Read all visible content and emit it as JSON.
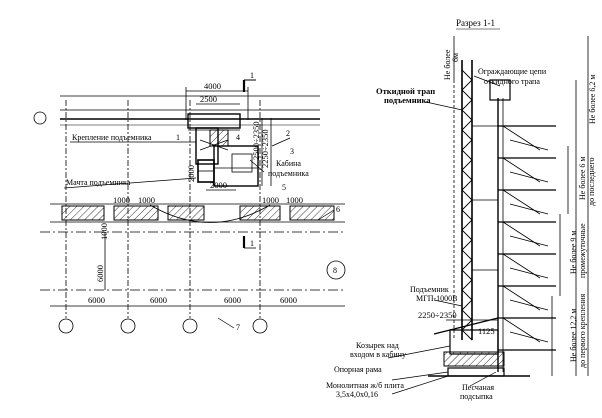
{
  "section_title": "Разрез 1-1",
  "cut_marker": "1",
  "axis_label": "8",
  "plan": {
    "labels": {
      "lift_mount": "Крепление подъемника",
      "mast": "Мачта подъемника",
      "cabin_line1": "Кабина",
      "cabin_line2": "подъемника"
    },
    "dims": {
      "d4000": "4000",
      "d2500": "2500",
      "d2500_2350": "2500÷2350",
      "d2250_2350": "2250÷2350",
      "d2000a": "2000",
      "d2000b": "2000",
      "d1000a": "1000",
      "d1000b": "1000",
      "d1000c": "1000",
      "d1000d": "1000",
      "d1000e": "1000",
      "d6000_v": "6000",
      "bays": [
        "6000",
        "6000",
        "6000",
        "6000"
      ]
    },
    "callouts": [
      "1",
      "2",
      "3",
      "4",
      "5",
      "6",
      "7"
    ]
  },
  "section": {
    "labels": {
      "fence_chains_line1": "Ограждающие цепи",
      "fence_chains_line2": "откидного трапа",
      "gangway_line1": "Откидной трап",
      "gangway_line2": "подъемника",
      "lift_line1": "Подъемник",
      "lift_line2": "МГП-1000В",
      "canopy_line1": "Козырек над",
      "canopy_line2": "входом в кабину",
      "frame": "Опорная рама",
      "slab_line1": "Монолитная ж/б плита",
      "slab_line2": "3,5х4,0х0,16",
      "sand_line1": "Песчаная",
      "sand_line2": "подсыпка"
    },
    "dims": {
      "range": "2250÷2350",
      "small": "1125",
      "top_line1": "Не более",
      "top_line2": "6м",
      "v1": "Не более 6,2 м",
      "v2_line1": "Не более 6 м",
      "v2_line2": "до последнего",
      "v3_line1": "Не более 9 м",
      "v3_line2": "промежуточные",
      "v4_line1": "Не более 12,2 м",
      "v4_line2": "до первого крепления"
    }
  }
}
